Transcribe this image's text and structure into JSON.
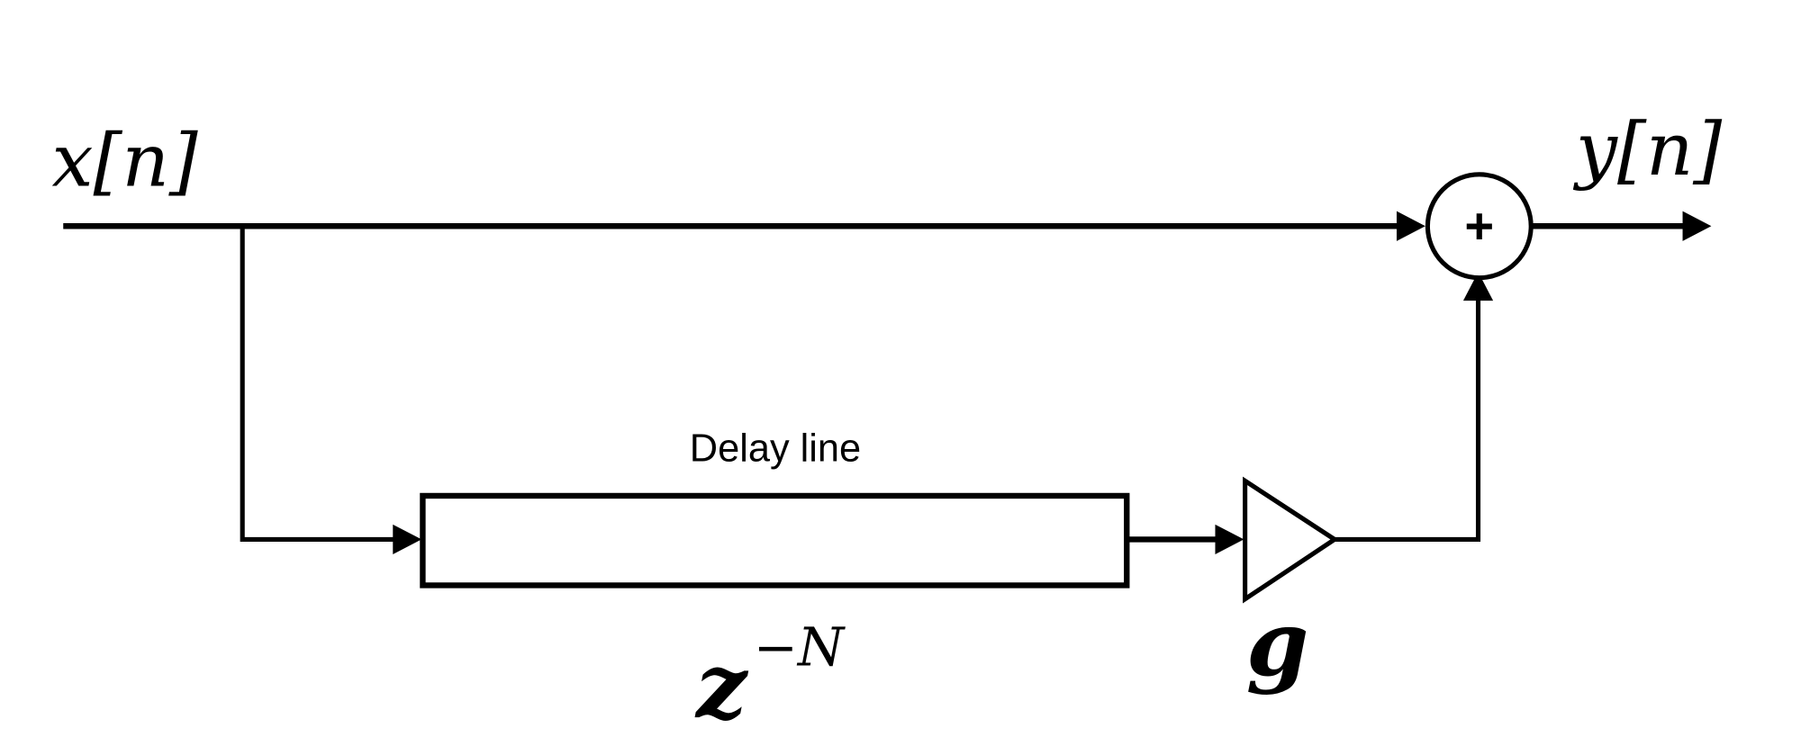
{
  "diagram": {
    "input_label": "x[n]",
    "output_label": "y[n]",
    "delay_label": "Delay line",
    "delay_symbol_base": "z",
    "delay_symbol_exponent": "−N",
    "gain_label": "g",
    "sum_symbol": "+",
    "stroke_color": "#000000",
    "background": "#ffffff"
  }
}
